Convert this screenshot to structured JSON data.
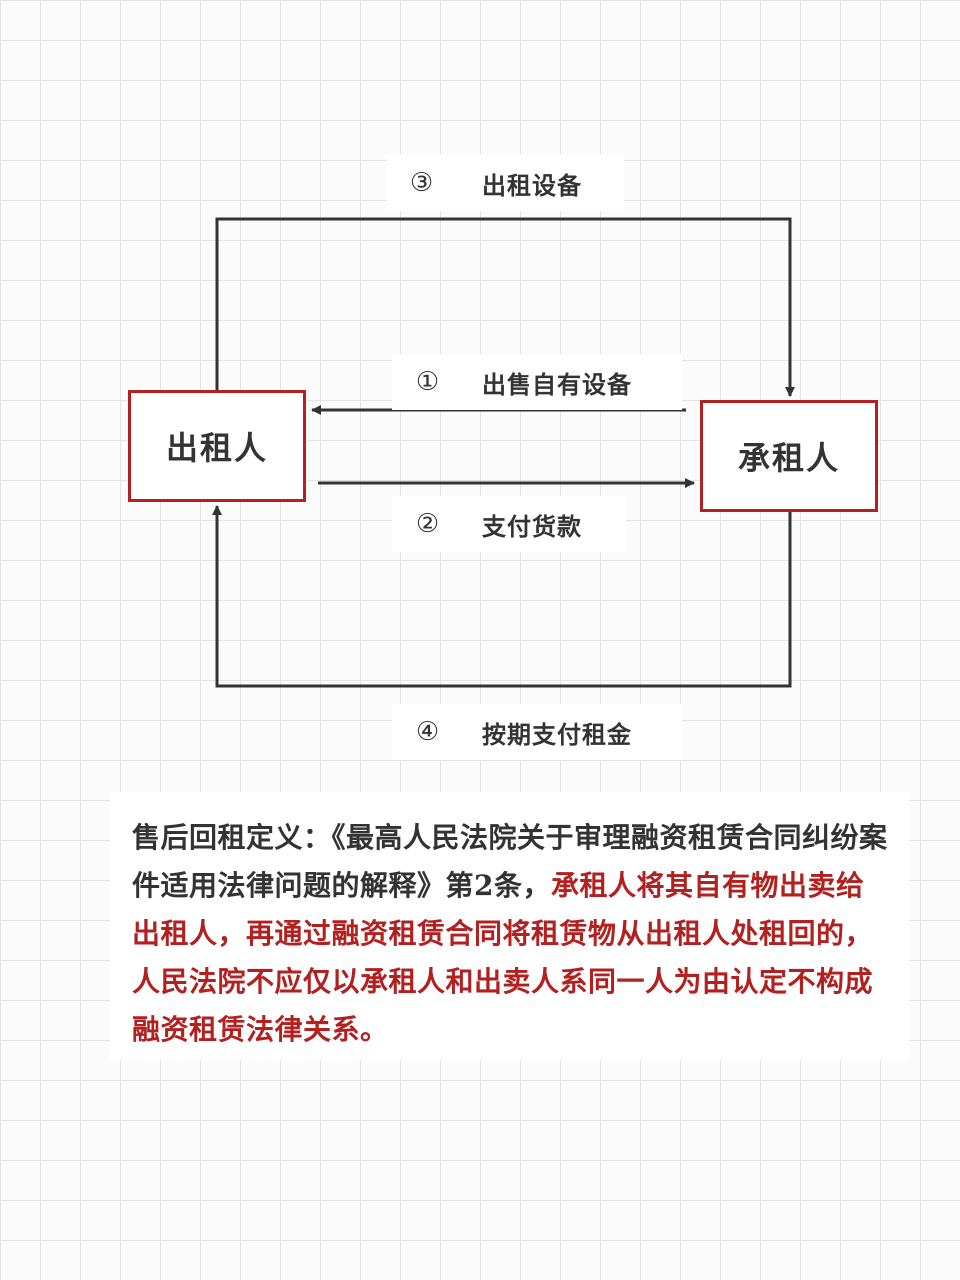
{
  "diagram": {
    "parties": {
      "lessor": "出租人",
      "lessee": "承租人"
    },
    "flows": [
      {
        "num": "③",
        "text": "出租设备"
      },
      {
        "num": "①",
        "text": "出售自有设备"
      },
      {
        "num": "②",
        "text": "支付货款"
      },
      {
        "num": "④",
        "text": "按期支付租金"
      }
    ]
  },
  "definition": {
    "prefix": " 售后回租定义：《最高人民法院关于审理融资租赁合同纠纷案件适用法律问题的解释》第2条，",
    "highlight": "承租人将其自有物出卖给出租人，再通过融资租赁合同将租赁物从出租人处租回的，人民法院不应仅以承租人和出卖人系同一人为由认定不构成融资租赁法律关系。"
  },
  "colors": {
    "accent_red": "#b32020",
    "line": "#333333",
    "text": "#333333"
  }
}
